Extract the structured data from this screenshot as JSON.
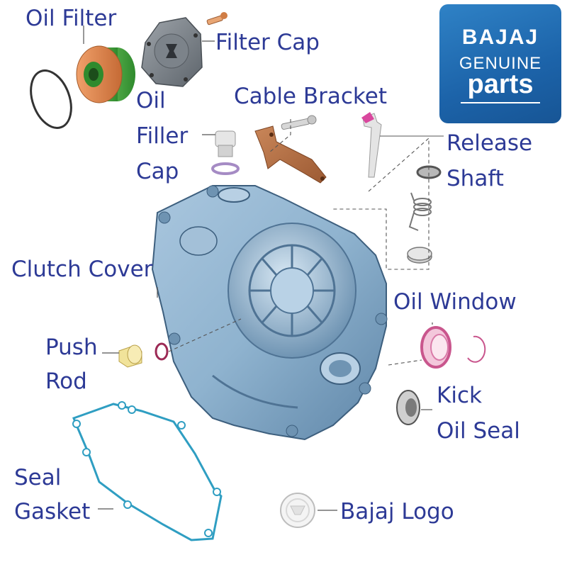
{
  "labels": {
    "oil_filter": "Oil Filter",
    "filter_cap": "Filter Cap",
    "oil_filler_cap_l1": "Oil",
    "oil_filler_cap_l2": "Filler",
    "oil_filler_cap_l3": "Cap",
    "cable_bracket": "Cable Bracket",
    "release_shaft_l1": "Release",
    "release_shaft_l2": "Shaft",
    "clutch_cover": "Clutch Cover",
    "oil_window": "Oil Window",
    "push_rod_l1": "Push",
    "push_rod_l2": "Rod",
    "kick_oil_seal_l1": "Kick",
    "kick_oil_seal_l2": "Oil Seal",
    "seal_gasket_l1": "Seal",
    "seal_gasket_l2": "Gasket",
    "bajaj_logo": "Bajaj Logo"
  },
  "brand_badge": {
    "line1": "BAJAJ",
    "line2": "GENUINE",
    "line3": "parts"
  },
  "colors": {
    "label_text": "#2d3a96",
    "cover_metal": "#8fb3cf",
    "gasket": "#2f9ec2",
    "filter_orange": "#e08a4f",
    "filter_green": "#49a83f",
    "bracket_brown": "#b7744a",
    "oil_window_pink": "#d97aa8",
    "push_rod_yellow": "#f1e39a",
    "badge_blue": "#1f66ad"
  }
}
